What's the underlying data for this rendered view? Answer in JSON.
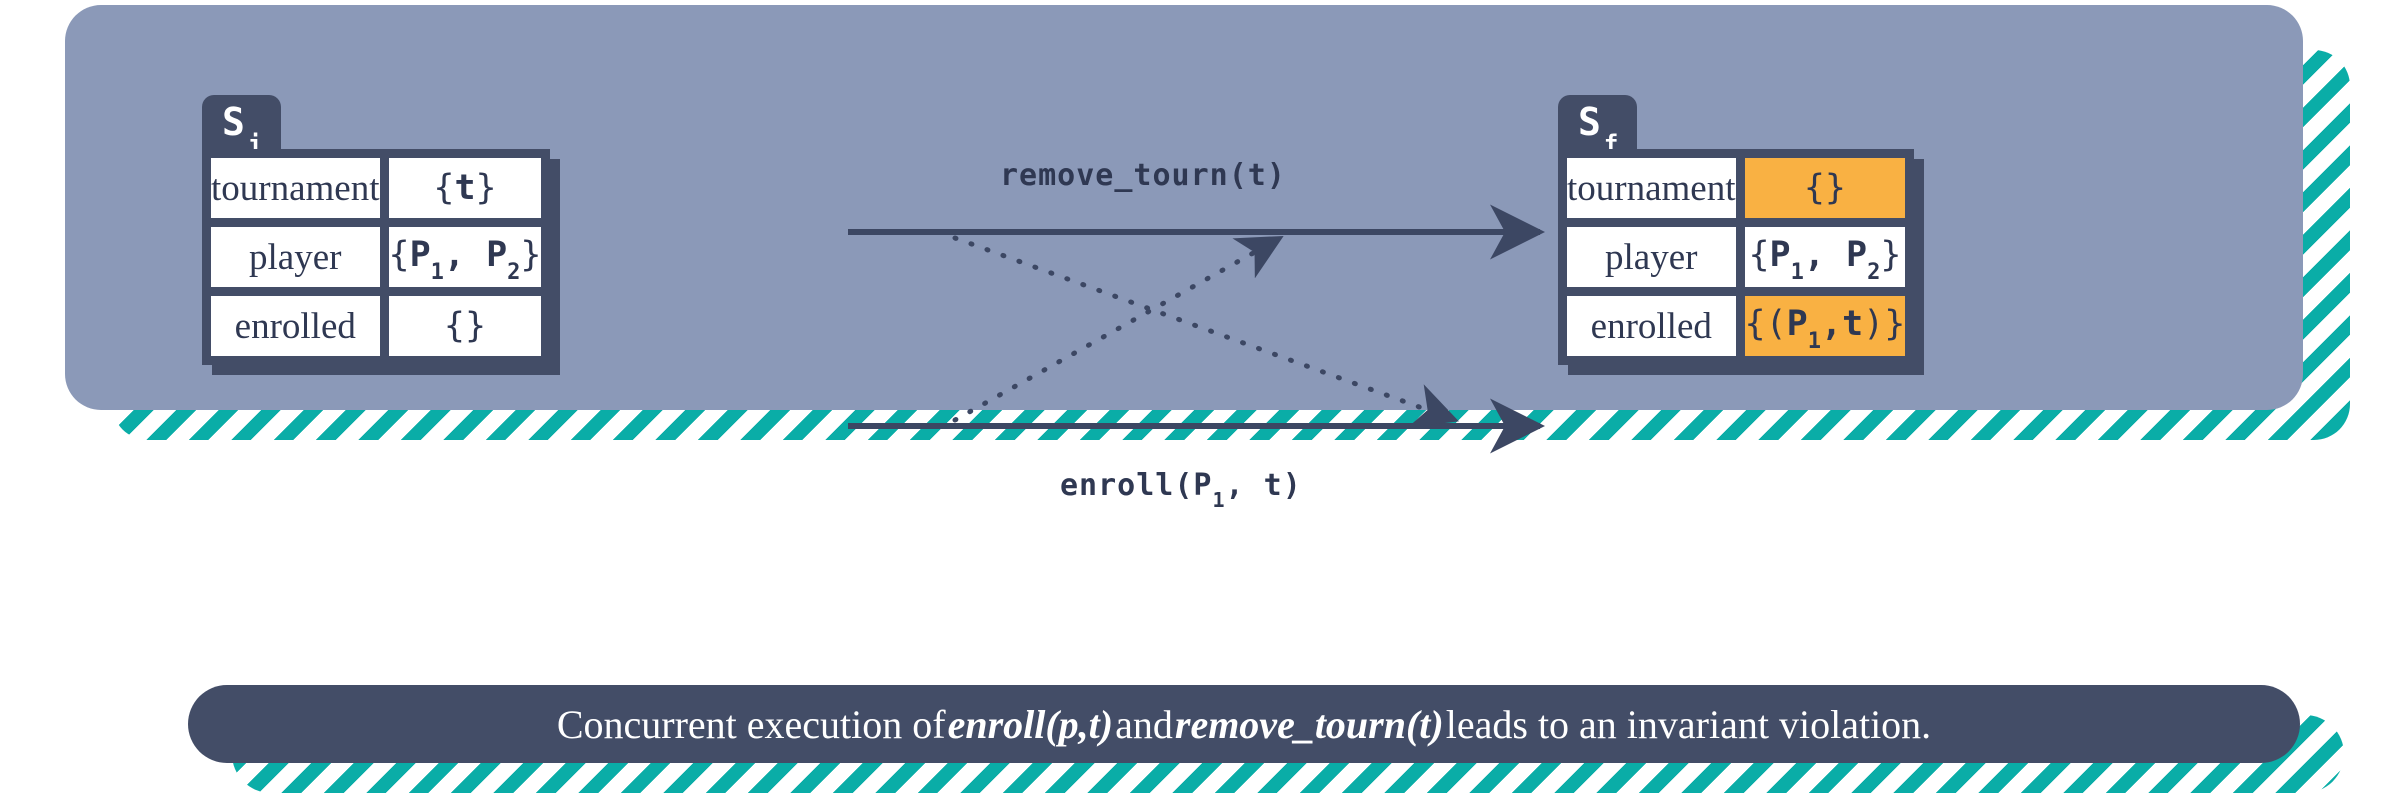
{
  "colors": {
    "panel_bg": "#8b99b8",
    "dark_navy": "#434d67",
    "accent_teal": "#0aada7",
    "highlight_orange": "#f9b143",
    "cell_bg": "#ffffff",
    "text_dark": "#2f3852",
    "page_bg": "#ffffff"
  },
  "states": {
    "initial": {
      "tab_label": "S",
      "tab_subscript": "i",
      "rows": [
        {
          "key": "tournament",
          "value": "{t}",
          "highlighted": false
        },
        {
          "key": "player",
          "value": "{P1, P2}",
          "highlighted": false
        },
        {
          "key": "enrolled",
          "value": "{}",
          "highlighted": false
        }
      ]
    },
    "final": {
      "tab_label": "S",
      "tab_subscript": "f",
      "rows": [
        {
          "key": "tournament",
          "value": "{}",
          "highlighted": true
        },
        {
          "key": "player",
          "value": "{P1, P2}",
          "highlighted": false
        },
        {
          "key": "enrolled",
          "value": "{(P1,t)}",
          "highlighted": true
        }
      ]
    }
  },
  "operations": [
    {
      "label": "remove_tourn(t)",
      "position": "top"
    },
    {
      "label": "enroll(P1, t)",
      "position": "bottom"
    }
  ],
  "caption": {
    "part1": "Concurrent execution of ",
    "op1": "enroll(p,t)",
    "part2": " and ",
    "op2": "remove_tourn(t)",
    "part3": " leads to an invariant violation."
  }
}
